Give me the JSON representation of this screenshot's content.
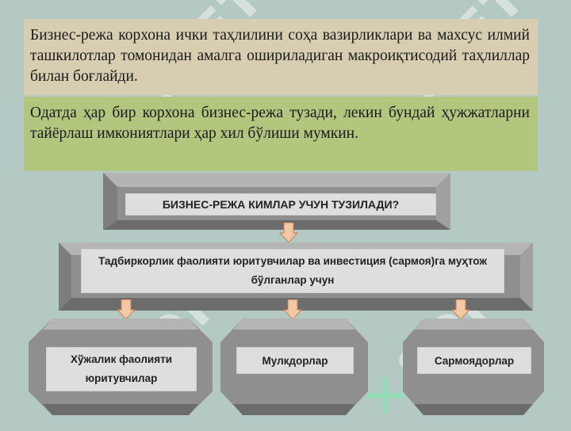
{
  "text_blocks": {
    "intro": "Бизнес-режа корхона ички таҳлилини соҳа вазирликлари ва махсус илмий ташкилотлар томонидан амалга ошириладиган макроиқтисодий таҳлиллар билан боғлайди.",
    "note": "Одатда ҳар бир корхона бизнес-режа тузади, лекин бундай ҳужжатларни тайёрлаш имкониятлари ҳар хил бўлиши мумкин."
  },
  "diagram": {
    "title": "БИЗНЕС-РЕЖА КИМЛАР УЧУН ТУЗИЛАДИ?",
    "middle": "Тадбиркорлик фаолияти юритувчилар ва инвестиция (сармоя)га муҳтож бўлганлар учун",
    "categories": [
      "Хўжалик фаолияти юритувчилар",
      "Мулкдорлар",
      "Сармоядорлар"
    ]
  },
  "watermark": {
    "text": "SOFT",
    "colors": {
      "letters": "#ffffff",
      "mark": "#7be9aa"
    }
  },
  "colors": {
    "background": "#b5c9c4",
    "box_intro": "#d7cdb1",
    "box_note": "#b2c67e",
    "beam_face": "#8f8f8f",
    "beam_top": "#b4b4b4",
    "label_fill": "#dedede",
    "arrow_fill": "#f2c9a4",
    "arrow_stroke": "#c47e55"
  }
}
